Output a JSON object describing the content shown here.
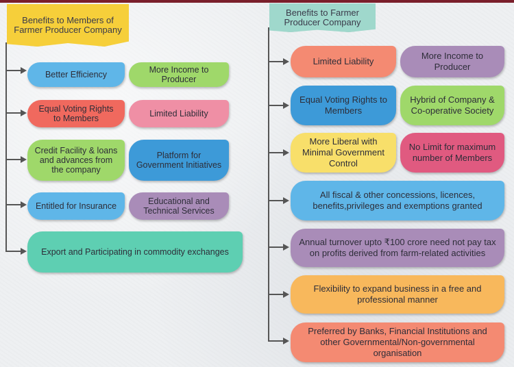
{
  "left": {
    "header": "Benefits to Members of Farmer Producer Company",
    "rows": [
      [
        "Better Efficiency",
        "More Income to Producer"
      ],
      [
        "Equal Voting Rights to Members",
        "Limited Liability"
      ],
      [
        "Credit Facility & loans and advances from the company",
        "Platform for Government Initiatives"
      ],
      [
        "Entitled for Insurance",
        "Educational and Technical Services"
      ]
    ],
    "wide": "Export and Participating in commodity exchanges"
  },
  "right": {
    "header": "Benefits to Farmer Producer Company",
    "rows": [
      [
        "Limited Liability",
        "More Income to Producer"
      ],
      [
        "Equal Voting Rights to Members",
        "Hybrid of Company & Co-operative Society"
      ],
      [
        "More Liberal with Minimal Government Control",
        "No Limit for maximum number of Members"
      ]
    ],
    "wide": [
      "All fiscal & other concessions, licences, benefits,privileges and exemptions granted",
      "Annual turnover upto ₹100 crore need not pay tax on profits derived from farm-related activities",
      "Flexibility to expand business in a free and professional manner",
      "Preferred by Banks, Financial Institutions and other Governmental/Non-governmental organisation"
    ]
  },
  "colors": {
    "left_header": "#f6cf3a",
    "right_header": "#9fd8cc",
    "connector": "#555555"
  }
}
